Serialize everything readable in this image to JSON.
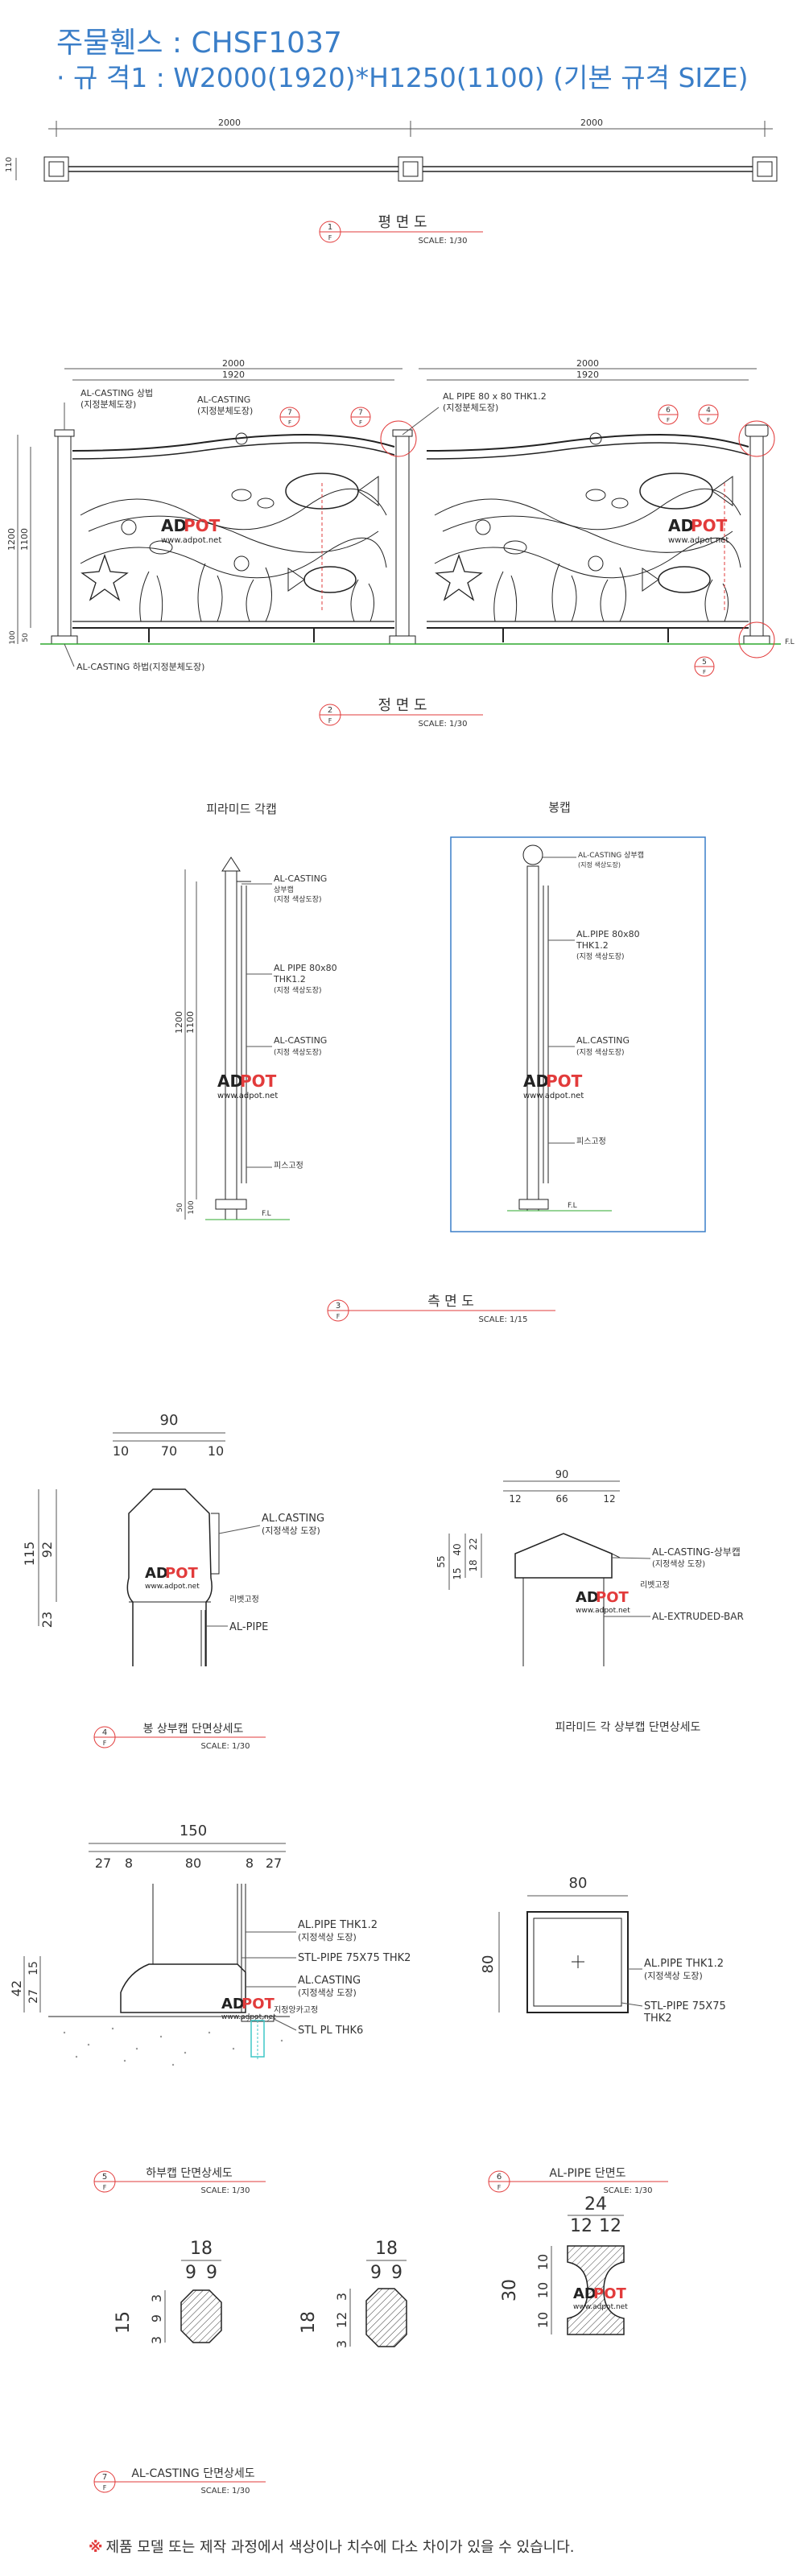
{
  "header": {
    "title": "주물휀스 : CHSF1037",
    "spec": "· 규 격1 : W2000(1920)*H1250(1100) (기본 규격 SIZE)"
  },
  "colors": {
    "accent": "#3a7ec8",
    "red": "#e23b3b",
    "line": "#222222",
    "dim": "#555555",
    "fl_green": "#2ea82e",
    "cyan": "#3fc7c7"
  },
  "plan": {
    "dim_left": "2000",
    "dim_right": "2000",
    "dim_side": "110",
    "sheet": "1",
    "sheet_sub": "F",
    "title": "평 면 도",
    "scale": "SCALE: 1/30"
  },
  "elevation": {
    "dim_w1": "2000",
    "dim_w2": "1920",
    "dim_w3": "2000",
    "dim_w4": "1920",
    "dim_h1": "1200",
    "dim_h2": "1100",
    "dim_h3": "50",
    "dim_h4": "100",
    "label_top": "AL-CASTING 상법",
    "label_top_sub": "(지정분체도장)",
    "label_casting": "AL-CASTING",
    "label_casting_sub": "(지정분체도장)",
    "label_pipe": "AL PIPE 80 x 80 THK1.2",
    "label_pipe_sub": "(지정분체도장)",
    "label_bottom": "AL-CASTING 하법(지정분체도장)",
    "fl": "F.L",
    "marks": [
      {
        "n": "7",
        "s": "F"
      },
      {
        "n": "7",
        "s": "F"
      },
      {
        "n": "6",
        "s": "F"
      },
      {
        "n": "4",
        "s": "F"
      },
      {
        "n": "5",
        "s": "F"
      }
    ],
    "sheet": "2",
    "sheet_sub": "F",
    "title": "정 면 도",
    "scale": "SCALE: 1/30"
  },
  "side": {
    "left_title": "피라미드 각캡",
    "right_title": "봉캡",
    "left_dim_h1": "1200",
    "left_dim_h2": "1100",
    "left_dim_b1": "50",
    "left_dim_b2": "100",
    "left_labels": [
      "AL-CASTING",
      "상부캡",
      "(지정 색상도장)",
      "AL PIPE 80x80",
      "THK1.2",
      "(지정 색상도장)",
      "AL-CASTING",
      "(지정 색상도장)",
      "피스고정"
    ],
    "right_labels": [
      "AL-CASTING 상부캡",
      "(지정 색상도장)",
      "AL.PIPE 80x80",
      "THK1.2",
      "(지정 색상도장)",
      "AL.CASTING",
      "(지정 색상도장)",
      "피스고정"
    ],
    "fl": "F.L",
    "sheet": "3",
    "sheet_sub": "F",
    "title": "측 면 도",
    "scale": "SCALE: 1/15"
  },
  "caps": {
    "round_dims": {
      "w": "90",
      "a": "10",
      "b": "70",
      "c": "10",
      "h1": "115",
      "h2": "92",
      "h3": "23"
    },
    "round_labels": [
      "AL.CASTING",
      "(지정색상 도장)",
      "리벳고정",
      "AL-PIPE"
    ],
    "pyr_dims": {
      "w": "90",
      "a": "12",
      "b": "66",
      "c": "12",
      "h1": "55",
      "h2": "40",
      "h3": "22",
      "h4": "18",
      "h5": "15"
    },
    "pyr_labels": [
      "AL-CASTING-상부캡",
      "(지정색상 도장)",
      "리벳고정",
      "AL-EXTRUDED-BAR"
    ],
    "left_sheet": "4",
    "left_sheet_sub": "F",
    "left_title": "봉 상부캡 단면상세도",
    "left_scale": "SCALE: 1/30",
    "right_title": "피라미드 각 상부캡 단면상세도"
  },
  "base": {
    "dims": {
      "w": "150",
      "a": "27",
      "b": "8",
      "c": "80",
      "d": "8",
      "e": "27",
      "h1": "42",
      "h2": "27",
      "h3": "15"
    },
    "labels": [
      "AL.PIPE THK1.2",
      "(지정색상 도장)",
      "STL-PIPE 75X75 THK2",
      "AL.CASTING",
      "(지정색상 도장)",
      "지정앙카고정",
      "STL PL THK6"
    ],
    "sheet": "5",
    "sheet_sub": "F",
    "title": "하부캡 단면상세도",
    "scale": "SCALE: 1/30"
  },
  "pipe": {
    "dim_w": "80",
    "dim_h": "80",
    "labels": [
      "AL.PIPE THK1.2",
      "(지정색상 도장)",
      "STL-PIPE 75X75",
      "THK2"
    ],
    "sheet": "6",
    "sheet_sub": "F",
    "title": "AL-PIPE 단면도",
    "scale": "SCALE: 1/30"
  },
  "castsec": {
    "s1": {
      "w": "18",
      "a": "9",
      "b": "9",
      "h": "15",
      "v1": "3",
      "v2": "9",
      "v3": "3"
    },
    "s2": {
      "w": "18",
      "a": "9",
      "b": "9",
      "h": "18",
      "v1": "3",
      "v2": "12",
      "v3": "3"
    },
    "s3": {
      "w": "24",
      "a": "12",
      "b": "12",
      "h": "30",
      "v1": "10",
      "v2": "10",
      "v3": "10"
    },
    "sheet": "7",
    "sheet_sub": "F",
    "title": "AL-CASTING 단면상세도",
    "scale": "SCALE: 1/30"
  },
  "watermark": {
    "brand_a": "AD",
    "brand_b": "POT",
    "url": "www.adpot.net"
  },
  "footer": {
    "mark": "※",
    "text": "제품 모델 또는 제작 과정에서 색상이나 치수에 다소 차이가 있을 수 있습니다."
  }
}
